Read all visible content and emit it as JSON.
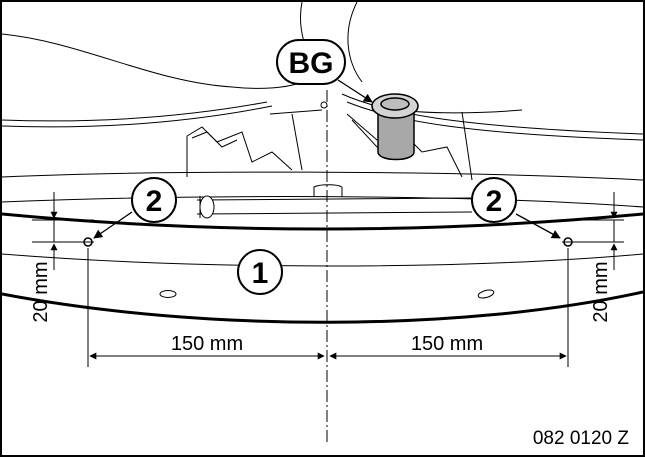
{
  "callouts": {
    "bg": "BG",
    "part1": "1",
    "part2_left": "2",
    "part2_right": "2"
  },
  "dimensions": {
    "left_horizontal": "150 mm",
    "right_horizontal": "150 mm",
    "left_vertical": "20 mm",
    "right_vertical": "20 mm"
  },
  "figure_code": "082 0120 Z",
  "colors": {
    "line": "#000000",
    "fitting_fill": "#a8a8a8",
    "fitting_top": "#d4d4d4"
  }
}
